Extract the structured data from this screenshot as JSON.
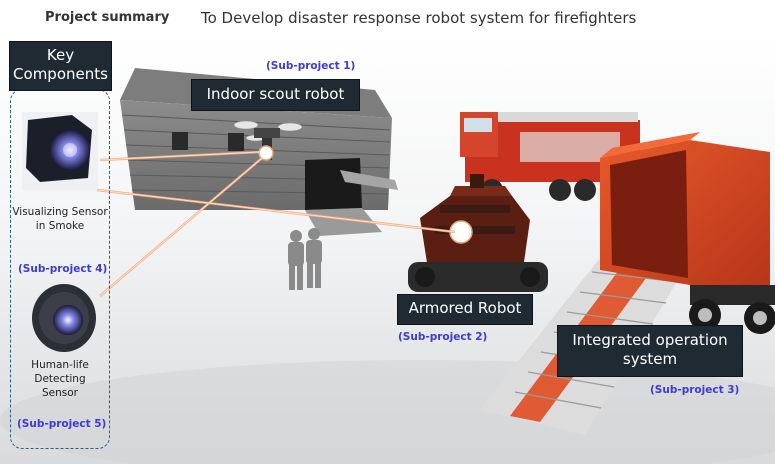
{
  "header": {
    "label": "Project summary",
    "title": "To Develop disaster response robot system for firefighters"
  },
  "key_components": {
    "title": "Key Components",
    "sensors": [
      {
        "name": "Visualizing Sensor in Smoke",
        "icon": "smoke-vision-camera-icon"
      },
      {
        "name": "Human-life Detecting Sensor",
        "icon": "life-detecting-sensor-icon"
      }
    ]
  },
  "subprojects": {
    "sp1": "(Sub-project 1)",
    "sp2": "(Sub-project 2)",
    "sp3": "(Sub-project 3)",
    "sp4": "(Sub-project 4)",
    "sp5": "(Sub-project 5)"
  },
  "labels": {
    "indoor_scout": "Indoor scout robot",
    "armored": "Armored Robot",
    "integrated": "Integrated operation system"
  },
  "colors": {
    "label_bg": "#1f2a33",
    "subproject_text": "#3b3bd6",
    "connector": "#f3a777",
    "truck_red": "#c8321f"
  }
}
